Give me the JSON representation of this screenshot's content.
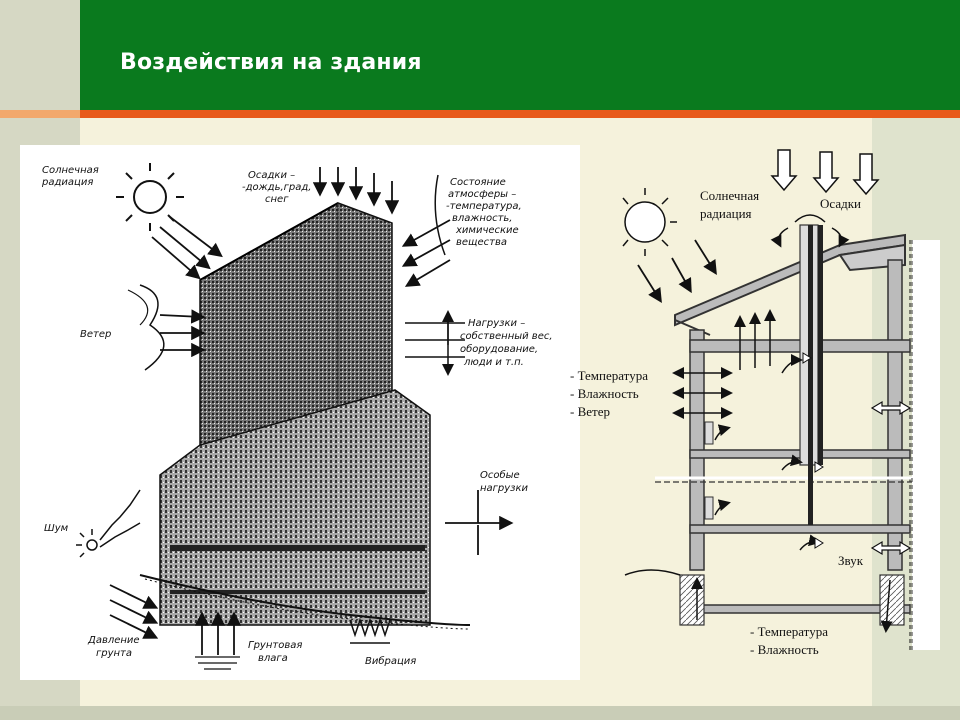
{
  "slide": {
    "title": "Воздействия на здания",
    "colors": {
      "header": "#0a7a1e",
      "accent_line": "#e85a1b",
      "background": "#f5f2dc"
    }
  },
  "left_diagram": {
    "labels": {
      "solar_l1": "Солнечная",
      "solar_l2": "радиация",
      "precip_l1": "Осадки –",
      "precip_l2": "-дождь,град,",
      "precip_l3": "снег",
      "atm_l1": "Состояние",
      "atm_l2": "атмосферы –",
      "atm_l3": "-температура,",
      "atm_l4": "влажность,",
      "atm_l5": "химические",
      "atm_l6": "вещества",
      "wind": "Ветер",
      "loads_l1": "Нагрузки –",
      "loads_l2": "собственный вес,",
      "loads_l3": "оборудование,",
      "loads_l4": "люди и т.п.",
      "special_l1": "Особые",
      "special_l2": "нагрузки",
      "noise": "Шум",
      "soil_l1": "Давление",
      "soil_l2": "грунта",
      "groundwater_l1": "Грунтовая",
      "groundwater_l2": "влага",
      "vibration": "Вибрация"
    }
  },
  "right_diagram": {
    "labels": {
      "solar_l1": "Солнечная",
      "solar_l2": "радиация",
      "precip": "Осадки",
      "temp": "- Температура",
      "humid": "- Влажность",
      "wind": "- Ветер",
      "sound": "Звук",
      "bottom_temp": "- Температура",
      "bottom_humid": "- Влажность"
    }
  }
}
